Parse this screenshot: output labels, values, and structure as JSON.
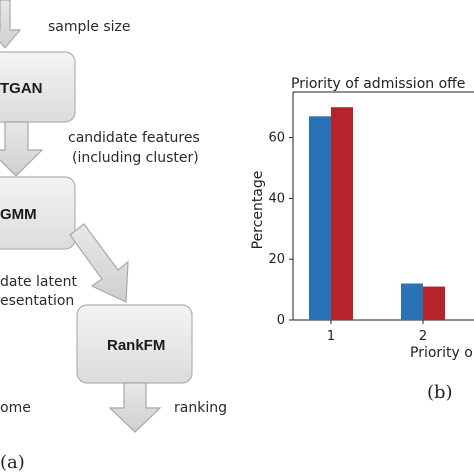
{
  "diagram": {
    "edges": {
      "sample_size": "sample size",
      "candidate_features_1": "candidate features",
      "candidate_features_2": "(including cluster)",
      "latent_1": "date latent",
      "latent_2": "esentation",
      "outcome": "ome",
      "ranking": "ranking"
    },
    "nodes": {
      "ctgan": "TGAN",
      "gmm": "GMM",
      "rankfm": "RankFM"
    },
    "caption": "(a)"
  },
  "chart_data": {
    "type": "bar",
    "title": "Priority of admission offe",
    "xlabel": "Priority o",
    "ylabel": "Percentage",
    "categories": [
      "1",
      "2"
    ],
    "series": [
      {
        "color": "#2a72b5",
        "values": [
          67,
          12
        ]
      },
      {
        "color": "#b5242b",
        "values": [
          70,
          11
        ]
      }
    ],
    "ylim": [
      0,
      75
    ],
    "yticks": [
      0,
      20,
      40,
      60
    ],
    "grid": false,
    "caption": "(b)"
  }
}
